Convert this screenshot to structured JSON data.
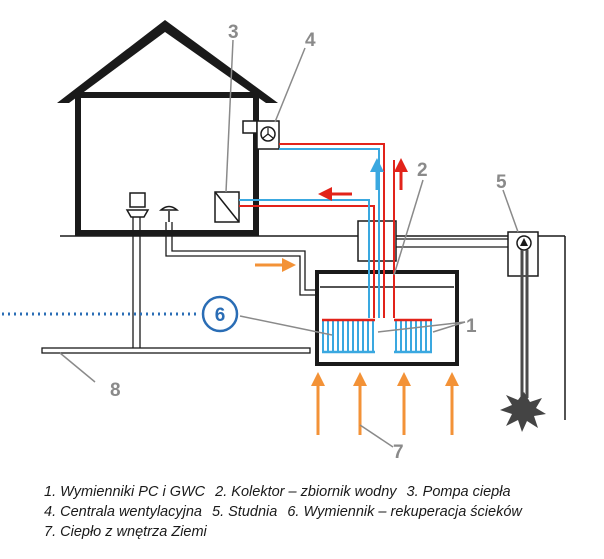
{
  "labels": {
    "n1": "1",
    "n2": "2",
    "n3": "3",
    "n4": "4",
    "n5": "5",
    "n6": "6",
    "n7": "7",
    "n8": "8"
  },
  "legend": {
    "line1": [
      "1. Wymienniki PC i GWC",
      "2. Kolektor – zbiornik wodny",
      "3. Pompa ciepła"
    ],
    "line2": [
      "4. Centrala wentylacyjna",
      "5. Studnia",
      "6. Wymiennik – rekuperacja ścieków"
    ],
    "line3": [
      "7. Ciepło z wnętrza Ziemi"
    ]
  },
  "colors": {
    "outline": "#1a1a1a",
    "pipe_hot": "#e2231a",
    "pipe_cold": "#3aa8e0",
    "arrow_orange": "#f39237",
    "label_gray": "#8a8a8a",
    "label_blue": "#2a6db5"
  }
}
